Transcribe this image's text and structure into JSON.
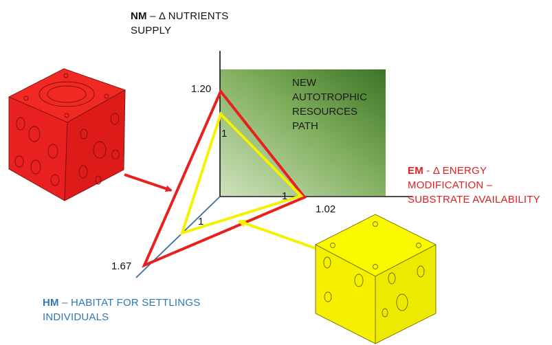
{
  "axes": {
    "nm": {
      "code": "NM",
      "rest_line1": " – Δ NUTRIENTS",
      "line2": "SUPPLY"
    },
    "em": {
      "code": "EM",
      "rest_line1": " - Δ ENERGY",
      "line2": "MODIFICATION –",
      "line3": "SUBSTRATE AVAILABILITY"
    },
    "hm": {
      "code": "HM",
      "rest_line1": " – HABITAT FOR SETTLINGS",
      "line2": "INDIVIDUALS"
    }
  },
  "box_text": [
    "NEW",
    "AUTOTROPHIC",
    "RESOURCES",
    "PATH"
  ],
  "values": {
    "nm_red": "1.20",
    "nm_yellow": "1",
    "em_red": "1.02",
    "em_yellow": "1",
    "hm_red": "1.67",
    "hm_yellow": "1"
  },
  "colors": {
    "red": "#e8201f",
    "yellow": "#f4f200",
    "nm_label": "#111111",
    "em_label": "#e02020",
    "hm_label": "#2e77b3",
    "green_box_dark": "#3f7a28",
    "green_box_light": "#c8dcb4"
  },
  "icons": {
    "red_cube": "red-perforated-cube-icon",
    "yellow_cube": "yellow-perforated-cube-icon"
  }
}
